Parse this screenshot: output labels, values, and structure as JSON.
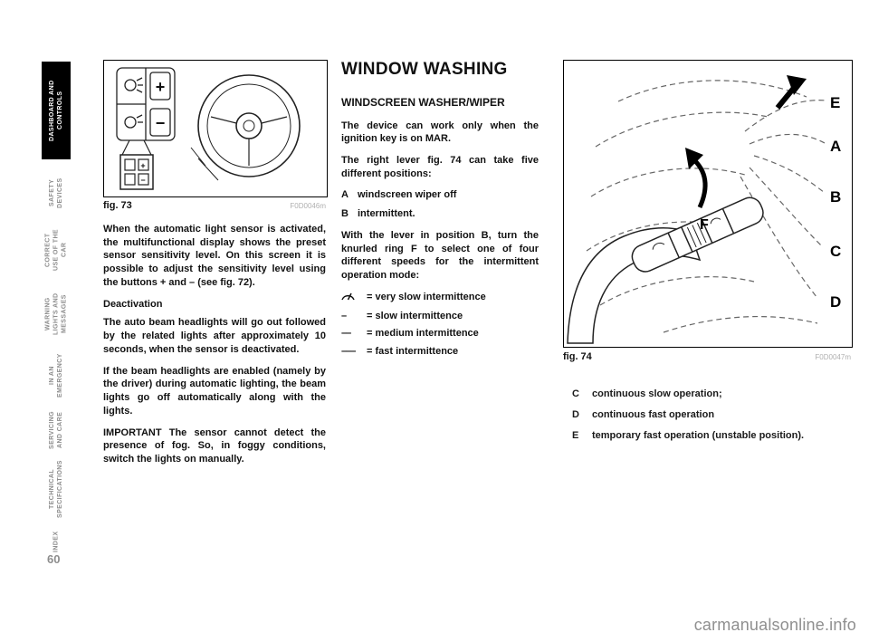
{
  "page": {
    "number": "60",
    "watermark": "carmanualsonline.info"
  },
  "sidebar": {
    "items": [
      {
        "label": "DASHBOARD AND CONTROLS",
        "active": true
      },
      {
        "label": "SAFETY DEVICES",
        "active": false
      },
      {
        "label": "CORRECT USE OF THE CAR",
        "active": false
      },
      {
        "label": "WARNING LIGHTS AND MESSAGES",
        "active": false
      },
      {
        "label": "IN AN EMERGENCY",
        "active": false
      },
      {
        "label": "SERVICING AND CARE",
        "active": false
      },
      {
        "label": "TECHNICAL SPECIFICATIONS",
        "active": false
      },
      {
        "label": "INDEX",
        "active": false
      }
    ]
  },
  "figures": {
    "fig73": {
      "caption": "fig. 73",
      "code": "F0D0046m"
    },
    "fig74": {
      "caption": "fig. 74",
      "code": "F0D0047m",
      "labels": {
        "e": "E",
        "a": "A",
        "b": "B",
        "c": "C",
        "d": "D",
        "f": "F"
      }
    }
  },
  "left_column": {
    "para1": "When the automatic light sensor is activated, the multifunctional display shows the preset sensor sensitivity level. On this screen it is possible to adjust the sensitivity level using the buttons + and – (see fig. 72).",
    "heading1": "Deactivation",
    "para2": "The auto beam headlights will go out followed by the related lights after approximately 10 seconds, when the sensor is deactivated.",
    "para3": "If the beam headlights are enabled (namely by the driver) during automatic lighting, the beam lights go off automatically along with the lights.",
    "para4_label": "IMPORTANT",
    "para4": " The sensor cannot detect the presence of fog. So, in foggy conditions, switch the lights on manually."
  },
  "right_column": {
    "title": "WINDOW WASHING",
    "subtitle": "WINDSCREEN WASHER/WIPER",
    "para1": "The device can work only when the ignition key is on MAR.",
    "para2": "The right lever fig. 74 can take five different positions:",
    "positions": [
      {
        "letter": "A",
        "text": "windscreen wiper off"
      },
      {
        "letter": "B",
        "text": "intermittent."
      }
    ],
    "para3": "With the lever in position B, turn the knurled ring F to select one of four different speeds for the intermittent operation mode:",
    "speeds": [
      {
        "icon": "wiper-icon",
        "symbol": "",
        "text": "= very slow intermittence"
      },
      {
        "symbol": "–",
        "text": "= slow intermittence"
      },
      {
        "symbol": "––",
        "text": "= medium intermittence"
      },
      {
        "symbol": "–––",
        "text": "= fast intermittence"
      }
    ]
  },
  "bottom_right": {
    "items": [
      {
        "letter": "C",
        "text": "continuous slow operation;"
      },
      {
        "letter": "D",
        "text": "continuous fast operation"
      },
      {
        "letter": "E",
        "text": "temporary fast operation (unstable position)."
      }
    ]
  }
}
